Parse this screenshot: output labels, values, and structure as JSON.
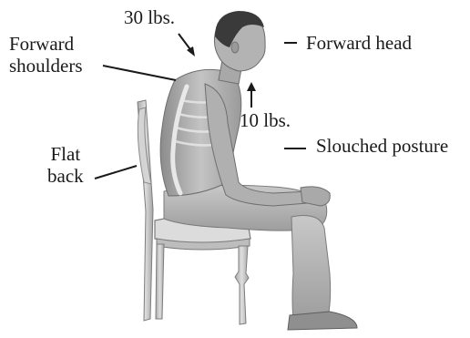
{
  "labels": {
    "weight_head_forward": "30 lbs.",
    "forward_shoulders_line1": "Forward",
    "forward_shoulders_line2": "shoulders",
    "forward_head": "Forward head",
    "weight_head_neutral": "10 lbs.",
    "slouched_posture": "Slouched posture",
    "flat_back_line1": "Flat",
    "flat_back_line2": "back"
  },
  "colors": {
    "text": "#1a1a1a",
    "figure_skin": "#b8b8b8",
    "figure_shadow": "#7a7a7a",
    "hair": "#3a3a3a",
    "chair_wood": "#c9c9c9",
    "chair_cushion": "#d9d9d9",
    "bones": "#ececec"
  }
}
